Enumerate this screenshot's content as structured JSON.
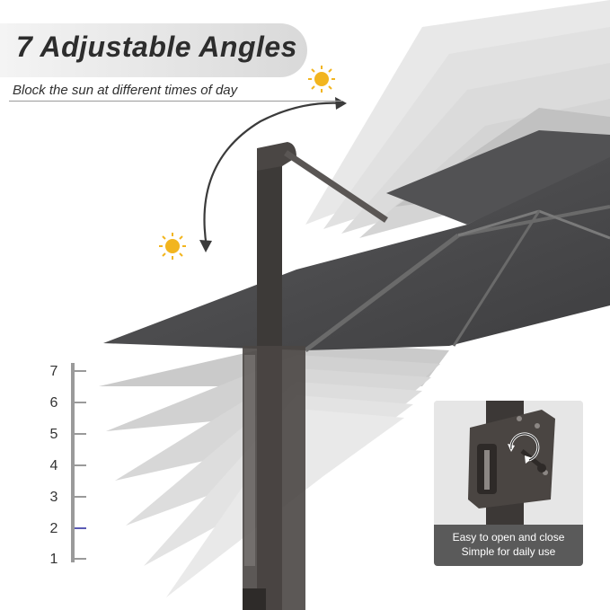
{
  "title": "7 Adjustable Angles",
  "subtitle": "Block the sun at different times of day",
  "scale": {
    "labels": [
      "7",
      "6",
      "5",
      "4",
      "3",
      "2",
      "1"
    ]
  },
  "inset": {
    "caption_line1": "Easy to open and close",
    "caption_line2": "Simple for daily use"
  },
  "colors": {
    "canopy": "#4a4a4c",
    "pole": "#3d3a38",
    "sun": "#f2b51f"
  },
  "icons": [
    "sun-icon",
    "sun-icon",
    "rotate-icon"
  ]
}
